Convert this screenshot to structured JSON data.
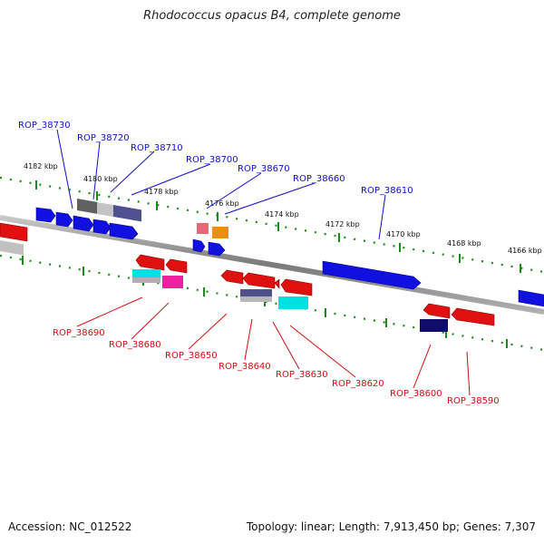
{
  "title": "Rhodococcus opacus B4, complete genome",
  "accession": "Accession: NC_012522",
  "stats": "Topology: linear; Length: 7,913,450 bp; Genes: 7,307",
  "scale_labels": [
    "4182 kbp",
    "4180 kbp",
    "4178 kbp",
    "4176 kbp",
    "4174 kbp",
    "4172 kbp",
    "4170 kbp",
    "4168 kbp",
    "4166 kbp"
  ],
  "top_gene_labels": [
    "ROP_38730",
    "ROP_38720",
    "ROP_38710",
    "ROP_38700",
    "ROP_38670",
    "ROP_38660",
    "ROP_38610"
  ],
  "bottom_gene_labels": [
    "ROP_38690",
    "ROP_38680",
    "ROP_38650",
    "ROP_38640",
    "ROP_38630",
    "ROP_38620",
    "ROP_38600",
    "ROP_38590"
  ],
  "colors": {
    "forward_gene": "#1010e0",
    "reverse_gene": "#e01010",
    "top_label": "#1010c8",
    "bottom_label": "#d01010",
    "ruler_dots": "#1a8a1a",
    "backbone": "#8a8a8a"
  }
}
